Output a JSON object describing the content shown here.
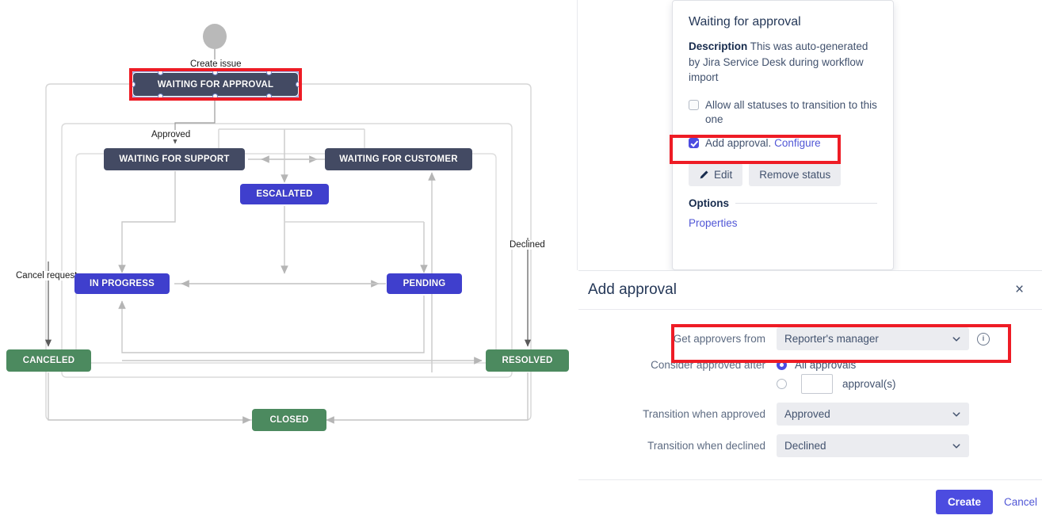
{
  "diagram": {
    "start_node_name": "start-circle",
    "nodes": [
      {
        "id": "waiting-approval",
        "label": "WAITING FOR APPROVAL",
        "color": "#434a63",
        "kind": "slate",
        "selected": true
      },
      {
        "id": "waiting-support",
        "label": "WAITING FOR SUPPORT",
        "color": "#434a63",
        "kind": "slate",
        "selected": false
      },
      {
        "id": "waiting-customer",
        "label": "WAITING FOR CUSTOMER",
        "color": "#434a63",
        "kind": "slate",
        "selected": false
      },
      {
        "id": "escalated",
        "label": "ESCALATED",
        "color": "#3f3fcd",
        "kind": "blue",
        "selected": false
      },
      {
        "id": "in-progress",
        "label": "IN PROGRESS",
        "color": "#3f3fcd",
        "kind": "blue",
        "selected": false
      },
      {
        "id": "pending",
        "label": "PENDING",
        "color": "#3f3fcd",
        "kind": "blue",
        "selected": false
      },
      {
        "id": "canceled",
        "label": "CANCELED",
        "color": "#4c8a5f",
        "kind": "green",
        "selected": false
      },
      {
        "id": "resolved",
        "label": "RESOLVED",
        "color": "#4c8a5f",
        "kind": "green",
        "selected": false
      },
      {
        "id": "closed",
        "label": "CLOSED",
        "color": "#4c8a5f",
        "kind": "green",
        "selected": false
      }
    ],
    "edge_labels": [
      {
        "id": "create-issue",
        "text": "Create issue"
      },
      {
        "id": "approved",
        "text": "Approved"
      },
      {
        "id": "declined",
        "text": "Declined"
      },
      {
        "id": "cancel-request",
        "text": "Cancel request"
      }
    ],
    "highlight_color": "#ee1c25"
  },
  "popup": {
    "title": "Waiting for approval",
    "description_label": "Description",
    "description_text": "This was auto-generated by Jira Service Desk during workflow import",
    "allow_all_label": "Allow all statuses to transition to this one",
    "allow_all_checked": false,
    "add_approval_label": "Add approval.",
    "configure_link": "Configure",
    "add_approval_checked": true,
    "edit_button": "Edit",
    "remove_status_button": "Remove status",
    "options_heading": "Options",
    "properties_link": "Properties"
  },
  "dialog": {
    "title": "Add approval",
    "close_label": "×",
    "fields": {
      "approvers_label": "Get approvers from",
      "approvers_value": "Reporter's manager",
      "consider_label": "Consider approved after",
      "all_approvals_label": "All approvals",
      "all_approvals_selected": true,
      "count_suffix_label": "approval(s)",
      "count_value": "",
      "count_selected": false,
      "transition_approved_label": "Transition when approved",
      "transition_approved_value": "Approved",
      "transition_declined_label": "Transition when declined",
      "transition_declined_value": "Declined"
    },
    "create_button": "Create",
    "cancel_button": "Cancel",
    "accent_color": "#4c4ce0"
  }
}
